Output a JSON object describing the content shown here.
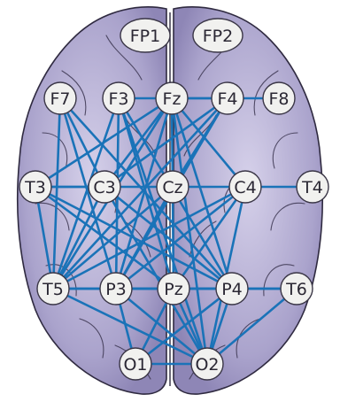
{
  "diagram": {
    "type": "eeg-electrode-connectivity-map",
    "colors": {
      "brain_fill": "#aaa3cc",
      "brain_outline": "#2f2a40",
      "edge": "#1a73b8",
      "node_fill": "#f1f1ef",
      "node_stroke": "#3a3646",
      "label_text": "#2a2733"
    },
    "electrodes": [
      {
        "id": "FP1",
        "label": "FP1"
      },
      {
        "id": "FP2",
        "label": "FP2"
      },
      {
        "id": "F7",
        "label": "F7"
      },
      {
        "id": "F3",
        "label": "F3"
      },
      {
        "id": "Fz",
        "label": "Fz"
      },
      {
        "id": "F4",
        "label": "F4"
      },
      {
        "id": "F8",
        "label": "F8"
      },
      {
        "id": "T3",
        "label": "T3"
      },
      {
        "id": "C3",
        "label": "C3"
      },
      {
        "id": "Cz",
        "label": "Cz"
      },
      {
        "id": "C4",
        "label": "C4"
      },
      {
        "id": "T4",
        "label": "T4"
      },
      {
        "id": "T5",
        "label": "T5"
      },
      {
        "id": "P3",
        "label": "P3"
      },
      {
        "id": "Pz",
        "label": "Pz"
      },
      {
        "id": "P4",
        "label": "P4"
      },
      {
        "id": "T6",
        "label": "T6"
      },
      {
        "id": "O1",
        "label": "O1"
      },
      {
        "id": "O2",
        "label": "O2"
      }
    ],
    "connections": [
      [
        "Fz",
        "F8"
      ],
      [
        "Fz",
        "F4"
      ],
      [
        "Fz",
        "C4"
      ],
      [
        "Fz",
        "P4"
      ],
      [
        "Fz",
        "Pz"
      ],
      [
        "Fz",
        "O2"
      ],
      [
        "Fz",
        "T5"
      ],
      [
        "Fz",
        "P3"
      ],
      [
        "Fz",
        "C3"
      ],
      [
        "Fz",
        "T3"
      ],
      [
        "Fz",
        "F3"
      ],
      [
        "F7",
        "T5"
      ],
      [
        "F7",
        "P3"
      ],
      [
        "F7",
        "P4"
      ],
      [
        "F7",
        "C3"
      ],
      [
        "F3",
        "T5"
      ],
      [
        "F3",
        "P3"
      ],
      [
        "F3",
        "P4"
      ],
      [
        "F3",
        "O2"
      ],
      [
        "F3",
        "Pz"
      ],
      [
        "F4",
        "T5"
      ],
      [
        "F4",
        "P3"
      ],
      [
        "F4",
        "Cz"
      ],
      [
        "F4",
        "C3"
      ],
      [
        "T3",
        "T5"
      ],
      [
        "T3",
        "Pz"
      ],
      [
        "T3",
        "P4"
      ],
      [
        "T3",
        "C3"
      ],
      [
        "T3",
        "Cz"
      ],
      [
        "C3",
        "P4"
      ],
      [
        "C3",
        "T5"
      ],
      [
        "C3",
        "O2"
      ],
      [
        "Cz",
        "T5"
      ],
      [
        "Cz",
        "P3"
      ],
      [
        "Cz",
        "C4"
      ],
      [
        "C4",
        "T4"
      ],
      [
        "C4",
        "T5"
      ],
      [
        "C4",
        "P3"
      ],
      [
        "C4",
        "O2"
      ],
      [
        "C4",
        "Pz"
      ],
      [
        "T5",
        "P4"
      ],
      [
        "T5",
        "T6"
      ],
      [
        "T5",
        "O2"
      ],
      [
        "T5",
        "Pz"
      ],
      [
        "P3",
        "T6"
      ],
      [
        "P3",
        "O2"
      ],
      [
        "P3",
        "O1"
      ],
      [
        "P3",
        "P4"
      ],
      [
        "Pz",
        "O2"
      ],
      [
        "Pz",
        "O1"
      ],
      [
        "Pz",
        "T6"
      ],
      [
        "P4",
        "O2"
      ],
      [
        "P4",
        "O1"
      ],
      [
        "T6",
        "O2"
      ],
      [
        "O1",
        "O2"
      ]
    ]
  }
}
